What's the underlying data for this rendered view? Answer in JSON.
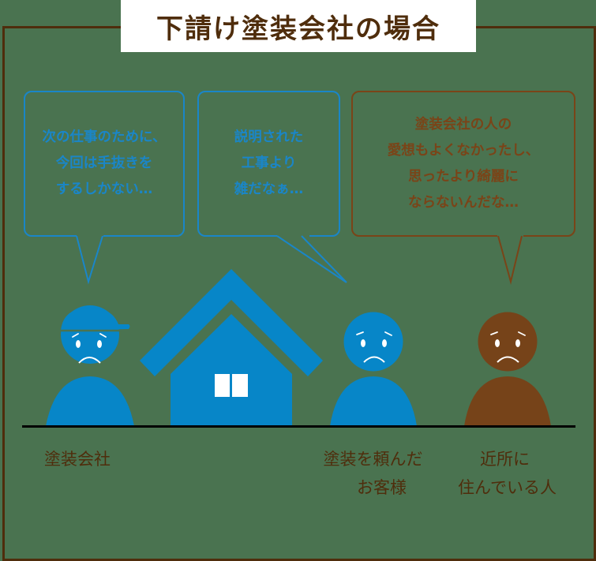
{
  "title": "下請け塗装会社の場合",
  "colors": {
    "background": "#4a7350",
    "frame": "#4f2d0c",
    "blue": "#0786c8",
    "brown": "#764319",
    "ground": "#000000",
    "face_detail": "#ffffff"
  },
  "bubbles": [
    {
      "speaker": "painting-company",
      "color": "blue",
      "lines": [
        "次の仕事のために、",
        "今回は手抜きを",
        "するしかない…"
      ]
    },
    {
      "speaker": "customer",
      "color": "blue",
      "lines": [
        "説明された",
        "工事より",
        "雑だなぁ…"
      ]
    },
    {
      "speaker": "neighbor",
      "color": "brown",
      "lines": [
        "塗装会社の人の",
        "愛想もよくなかったし、",
        "思ったより綺麗に",
        "ならないんだな…"
      ]
    }
  ],
  "figures": [
    {
      "name": "painting-company-worker",
      "color": "blue",
      "wears_cap": true,
      "expression": "sad"
    },
    {
      "name": "house",
      "color": "blue"
    },
    {
      "name": "customer",
      "color": "blue",
      "expression": "sad"
    },
    {
      "name": "neighbor",
      "color": "brown",
      "expression": "sad"
    }
  ],
  "labels": [
    {
      "lines": [
        "塗装会社"
      ]
    },
    {
      "lines": [
        "塗装を頼んだ",
        "お客様"
      ]
    },
    {
      "lines": [
        "近所に",
        "住んでいる人"
      ]
    }
  ]
}
